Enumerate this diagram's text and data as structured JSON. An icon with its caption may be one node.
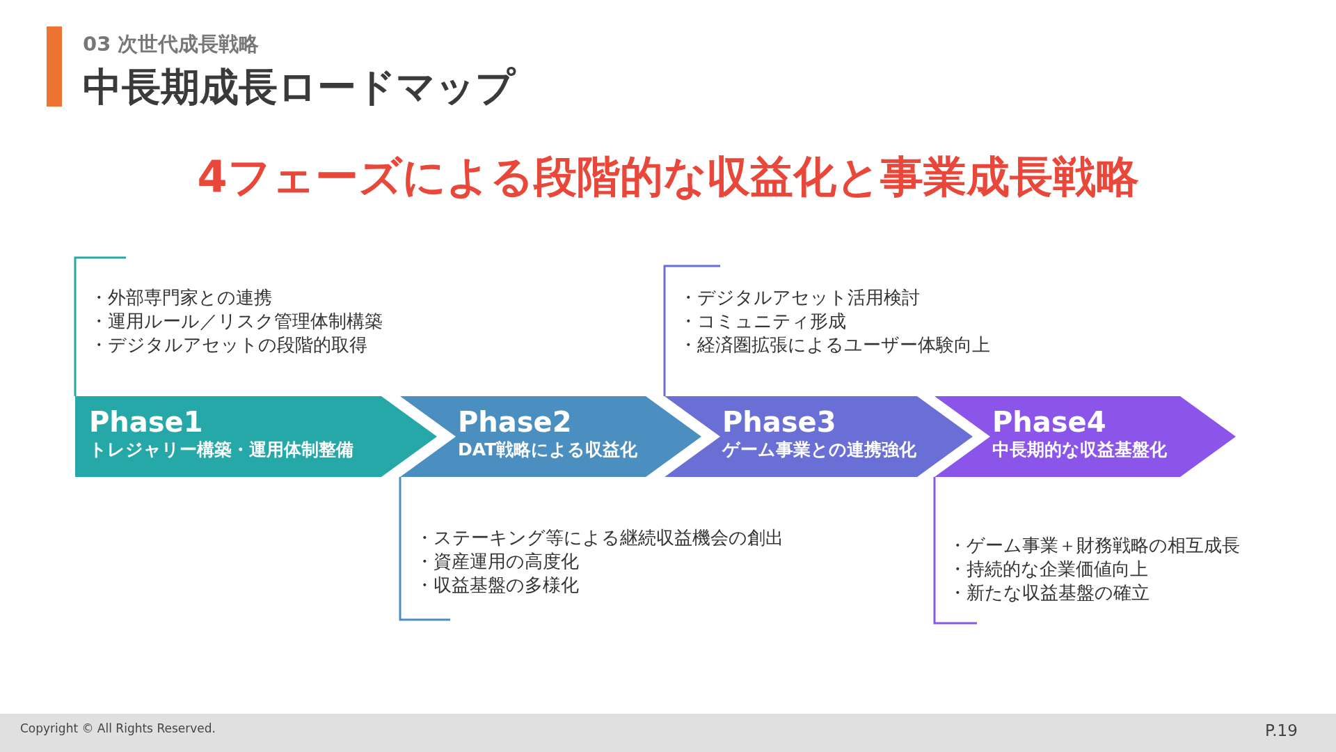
{
  "diagram": {
    "title": "中長期成長ロードマップ",
    "nodes": [
      {
        "text": [
          "Phase1",
          "トレジャリー構築・運用体制整備"
        ],
        "beside": [
          "・外部専門家との連携",
          "・運用ルール／リスク管理体制構築",
          "・デジタルアセットの段階的取得"
        ]
      },
      {
        "text": [
          "Phase2",
          "DAT戦略による収益化"
        ],
        "beside": [
          "・ステーキング等による継続収益機会の創出",
          "・資産運用の高度化",
          "・収益基盤の多様化"
        ]
      },
      {
        "text": [
          "Phase3",
          "ゲーム事業との連携強化"
        ],
        "beside": [
          "・デジタルアセット活用検討",
          "・コミュニティ形成",
          "・経済圏拡張によるユーザー体験向上"
        ]
      },
      {
        "text": [
          "Phase4",
          "中長期的な収益基盤化"
        ],
        "beside": [
          "・ゲーム事業＋財務戦略の相互成長",
          "・持続的な企業価値向上",
          "・新たな収益基盤の確立"
        ]
      }
    ],
    "labels": [
      "03 次世代成長戦略",
      "4フェーズによる段階的な収益化と事業成長戦略",
      "Copyright © All Rights Reserved.",
      "P.19"
    ]
  }
}
